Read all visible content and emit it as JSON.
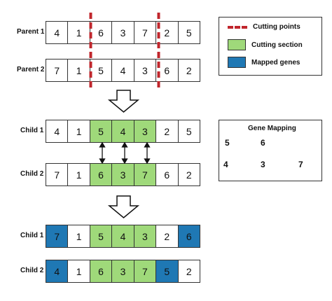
{
  "rows": [
    {
      "label": "Parent 1",
      "genes": [
        "4",
        "1",
        "6",
        "3",
        "7",
        "2",
        "5"
      ],
      "styles": [
        "",
        "",
        "",
        "",
        "",
        "",
        ""
      ]
    },
    {
      "label": "Parent 2",
      "genes": [
        "7",
        "1",
        "5",
        "4",
        "3",
        "6",
        "2"
      ],
      "styles": [
        "",
        "",
        "",
        "",
        "",
        "",
        ""
      ]
    },
    {
      "label": "Child 1",
      "genes": [
        "4",
        "1",
        "5",
        "4",
        "3",
        "2",
        "5"
      ],
      "styles": [
        "",
        "",
        "green",
        "green",
        "green",
        "",
        ""
      ]
    },
    {
      "label": "Child 2",
      "genes": [
        "7",
        "1",
        "6",
        "3",
        "7",
        "6",
        "2"
      ],
      "styles": [
        "",
        "",
        "green",
        "green",
        "green",
        "",
        ""
      ]
    },
    {
      "label": "Child 1",
      "genes": [
        "7",
        "1",
        "5",
        "4",
        "3",
        "2",
        "6"
      ],
      "styles": [
        "blue",
        "",
        "green",
        "green",
        "green",
        "",
        "blue"
      ]
    },
    {
      "label": "Child 2",
      "genes": [
        "4",
        "1",
        "6",
        "3",
        "7",
        "5",
        "2"
      ],
      "styles": [
        "blue",
        "",
        "green",
        "green",
        "green",
        "blue",
        ""
      ]
    }
  ],
  "legend": {
    "cutting_points": "Cutting points",
    "cutting_section": "Cutting section",
    "mapped_genes": "Mapped genes"
  },
  "colors": {
    "cutting_line": "#c0262c",
    "section_green": "#9fd97a",
    "mapped_blue": "#1f78b4"
  },
  "mapping": {
    "title": "Gene Mapping",
    "pair1": [
      "5",
      "6"
    ],
    "pair2": [
      "4",
      "3",
      "7"
    ]
  }
}
